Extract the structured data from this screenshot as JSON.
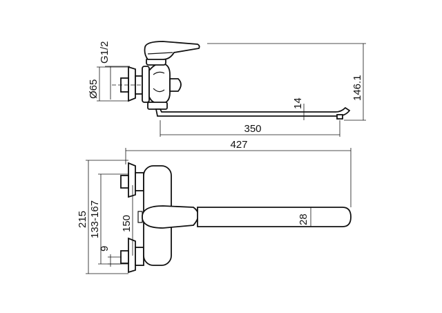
{
  "side_view": {
    "dim_thread": "G1/2",
    "dim_flange_diameter": "Ø65",
    "dim_spout_height": "14",
    "dim_spout_reach": "350",
    "dim_total_height": "146.1"
  },
  "top_view": {
    "dim_total_length": "427",
    "dim_overall_height": "215",
    "dim_inlet_range": "133-167",
    "dim_center_distance": "150",
    "dim_offset": "9",
    "dim_spout_width": "28"
  }
}
